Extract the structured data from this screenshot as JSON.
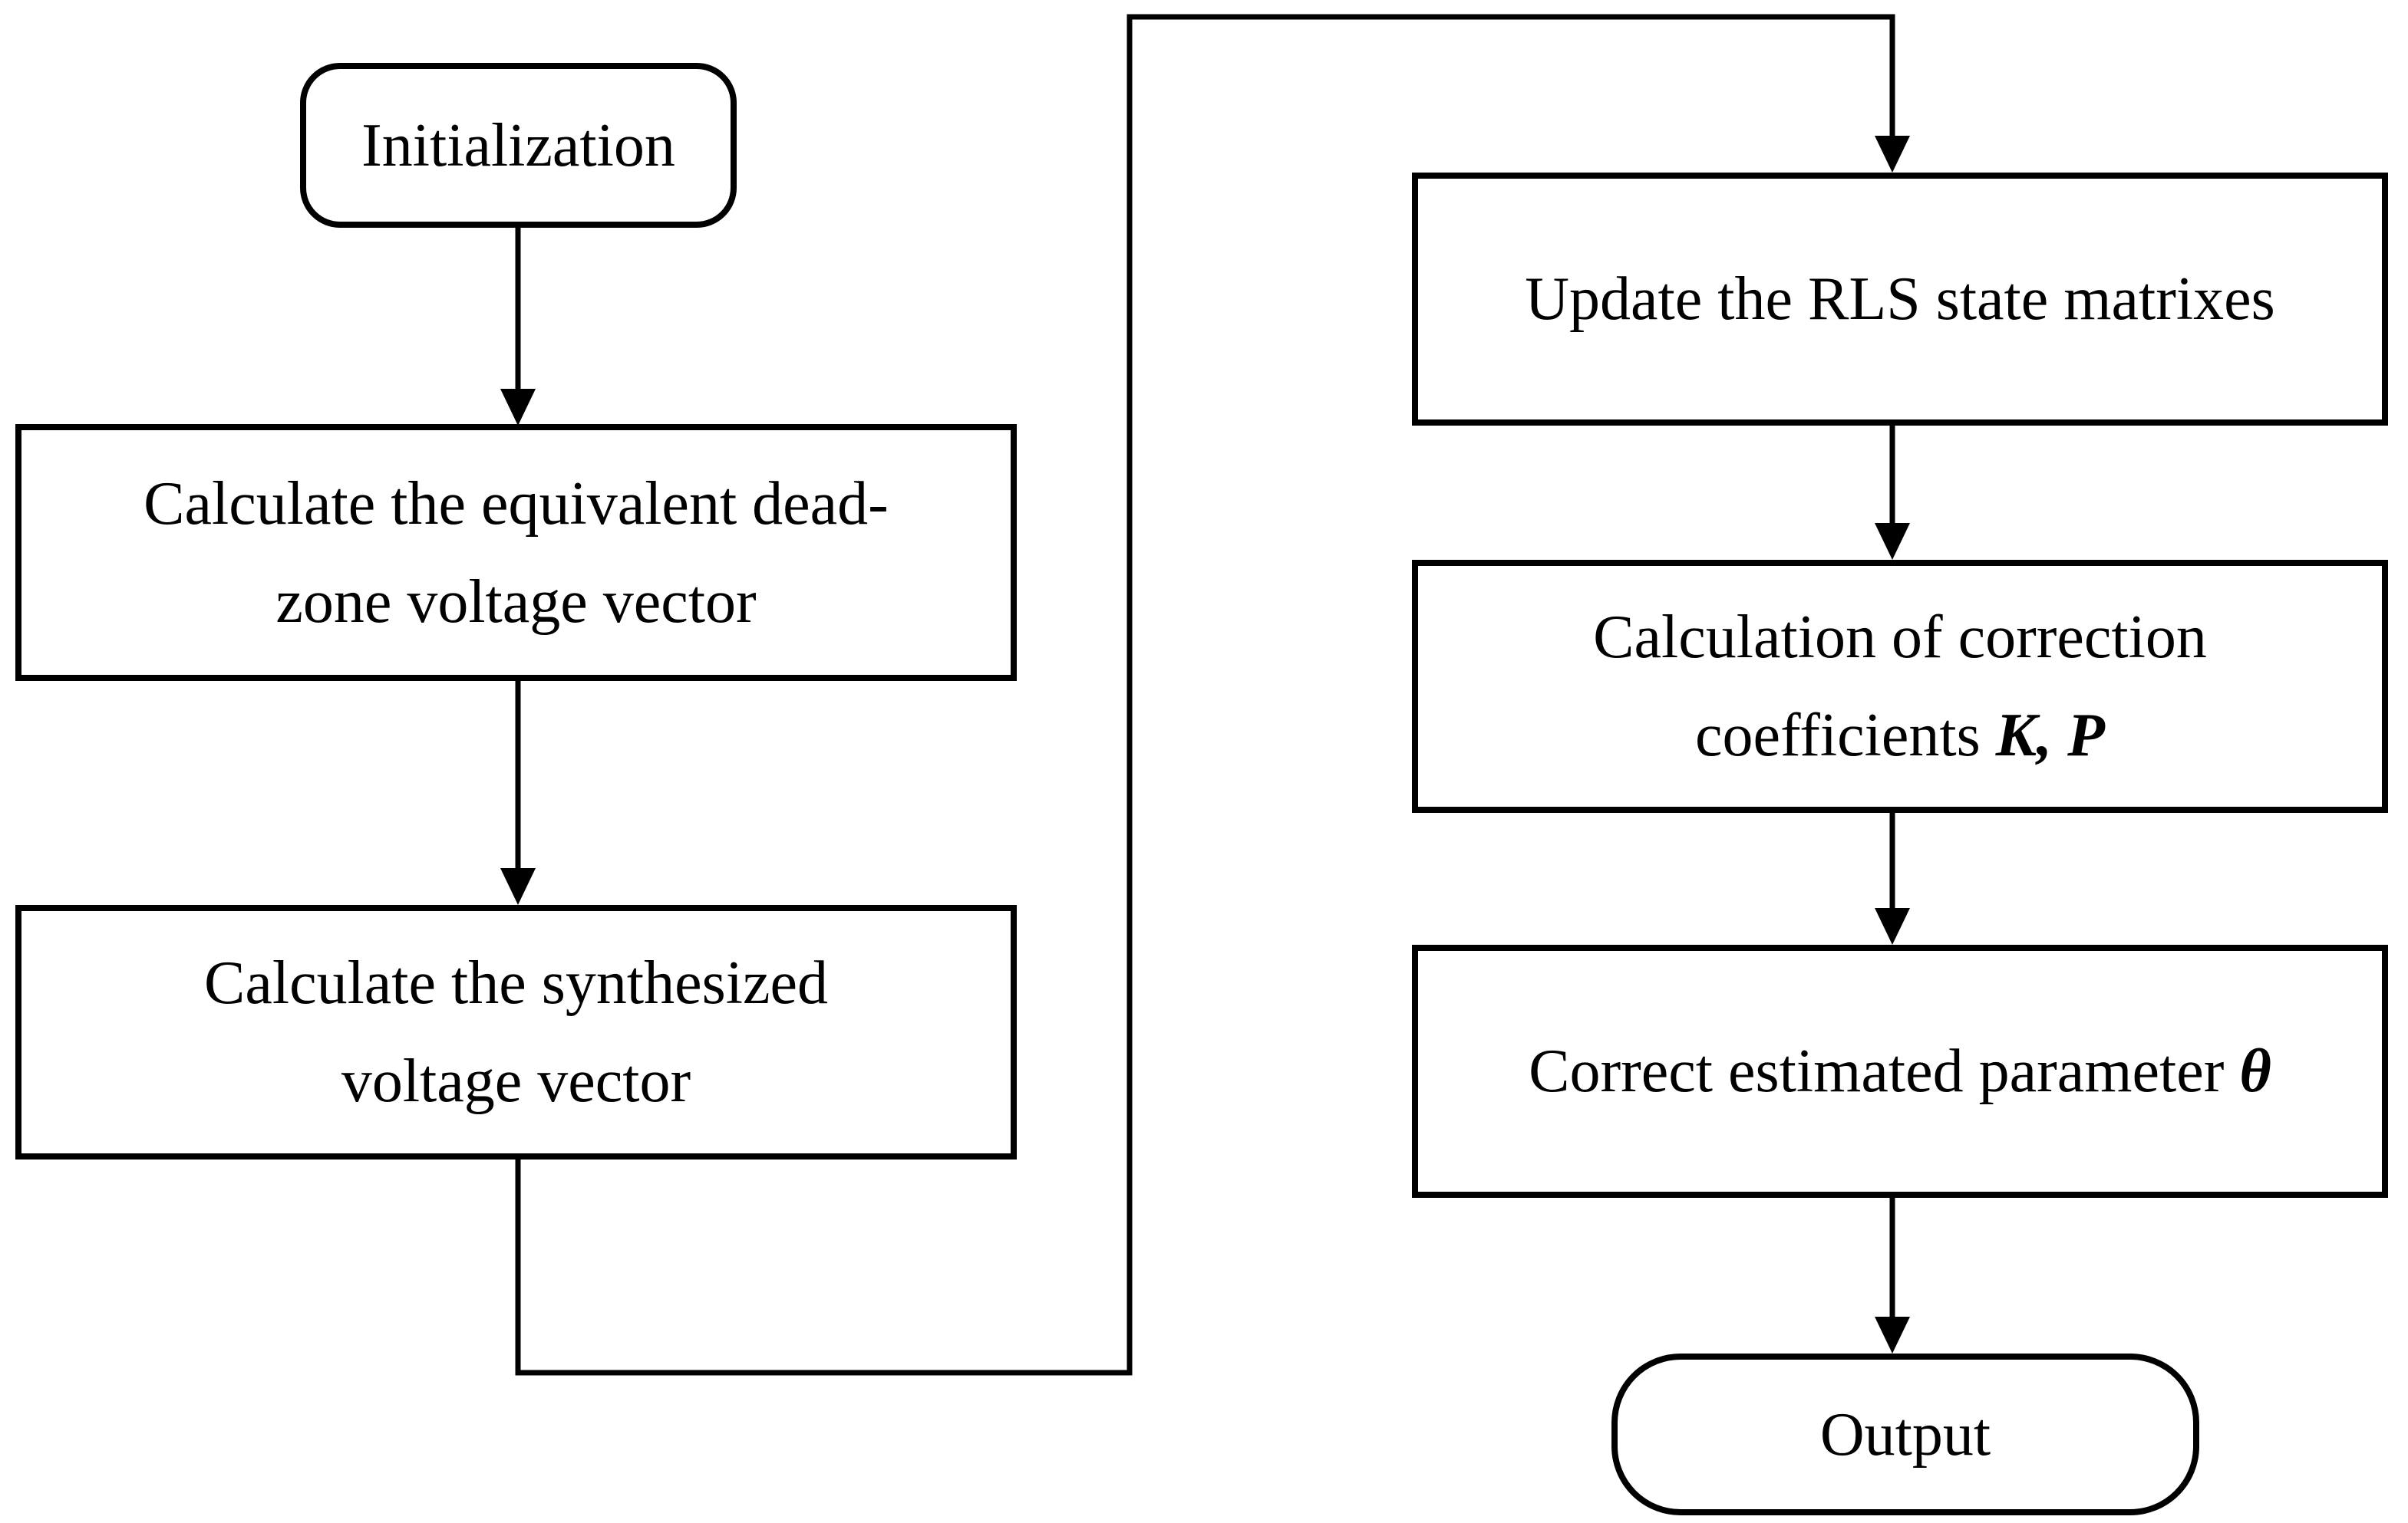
{
  "figure": {
    "type": "flowchart",
    "background_color": "#ffffff",
    "line_color": "#000000"
  },
  "nodes": {
    "init": {
      "label": "Initialization"
    },
    "dead": {
      "line1": "Calculate the equivalent dead-",
      "line2": "zone voltage vector"
    },
    "synth": {
      "line1": "Calculate the synthesized",
      "line2": "voltage vector"
    },
    "update": {
      "label": "Update the RLS state matrixes"
    },
    "calc": {
      "line1": "Calculation of correction",
      "line2_prefix": "coefficients ",
      "line2_math": "K, P"
    },
    "correct": {
      "label_prefix": "Correct estimated parameter ",
      "label_math": "θ"
    },
    "output": {
      "label": "Output"
    }
  },
  "edges": [
    {
      "from": "init",
      "to": "dead",
      "style": "straight-arrow"
    },
    {
      "from": "dead",
      "to": "synth",
      "style": "straight-arrow"
    },
    {
      "from": "synth",
      "to": "update",
      "style": "routed-arrow down-right-up-right-down"
    },
    {
      "from": "update",
      "to": "calc",
      "style": "straight-arrow"
    },
    {
      "from": "calc",
      "to": "correct",
      "style": "straight-arrow"
    },
    {
      "from": "correct",
      "to": "output",
      "style": "straight-arrow"
    }
  ]
}
